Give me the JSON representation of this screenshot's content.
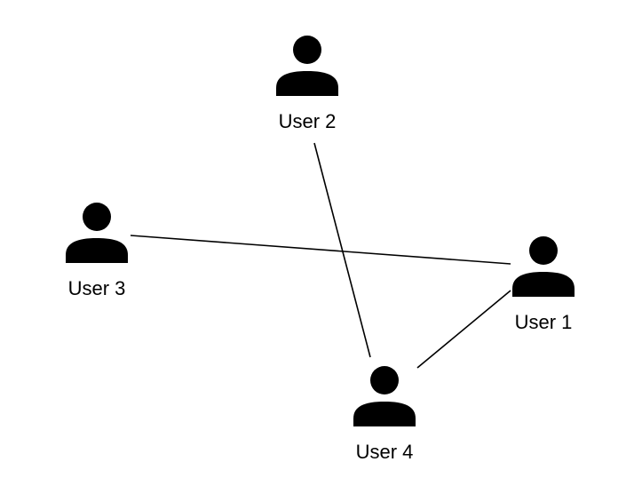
{
  "nodes": [
    {
      "id": "user-1",
      "label": "User 1",
      "icon": "user-icon"
    },
    {
      "id": "user-2",
      "label": "User 2",
      "icon": "user-icon"
    },
    {
      "id": "user-3",
      "label": "User 3",
      "icon": "user-icon"
    },
    {
      "id": "user-4",
      "label": "User 4",
      "icon": "user-icon"
    }
  ],
  "edges": [
    {
      "from": "user-2",
      "to": "user-4"
    },
    {
      "from": "user-3",
      "to": "user-1"
    },
    {
      "from": "user-1",
      "to": "user-4"
    }
  ],
  "colors": {
    "background": "#ffffff",
    "foreground": "#000000"
  }
}
